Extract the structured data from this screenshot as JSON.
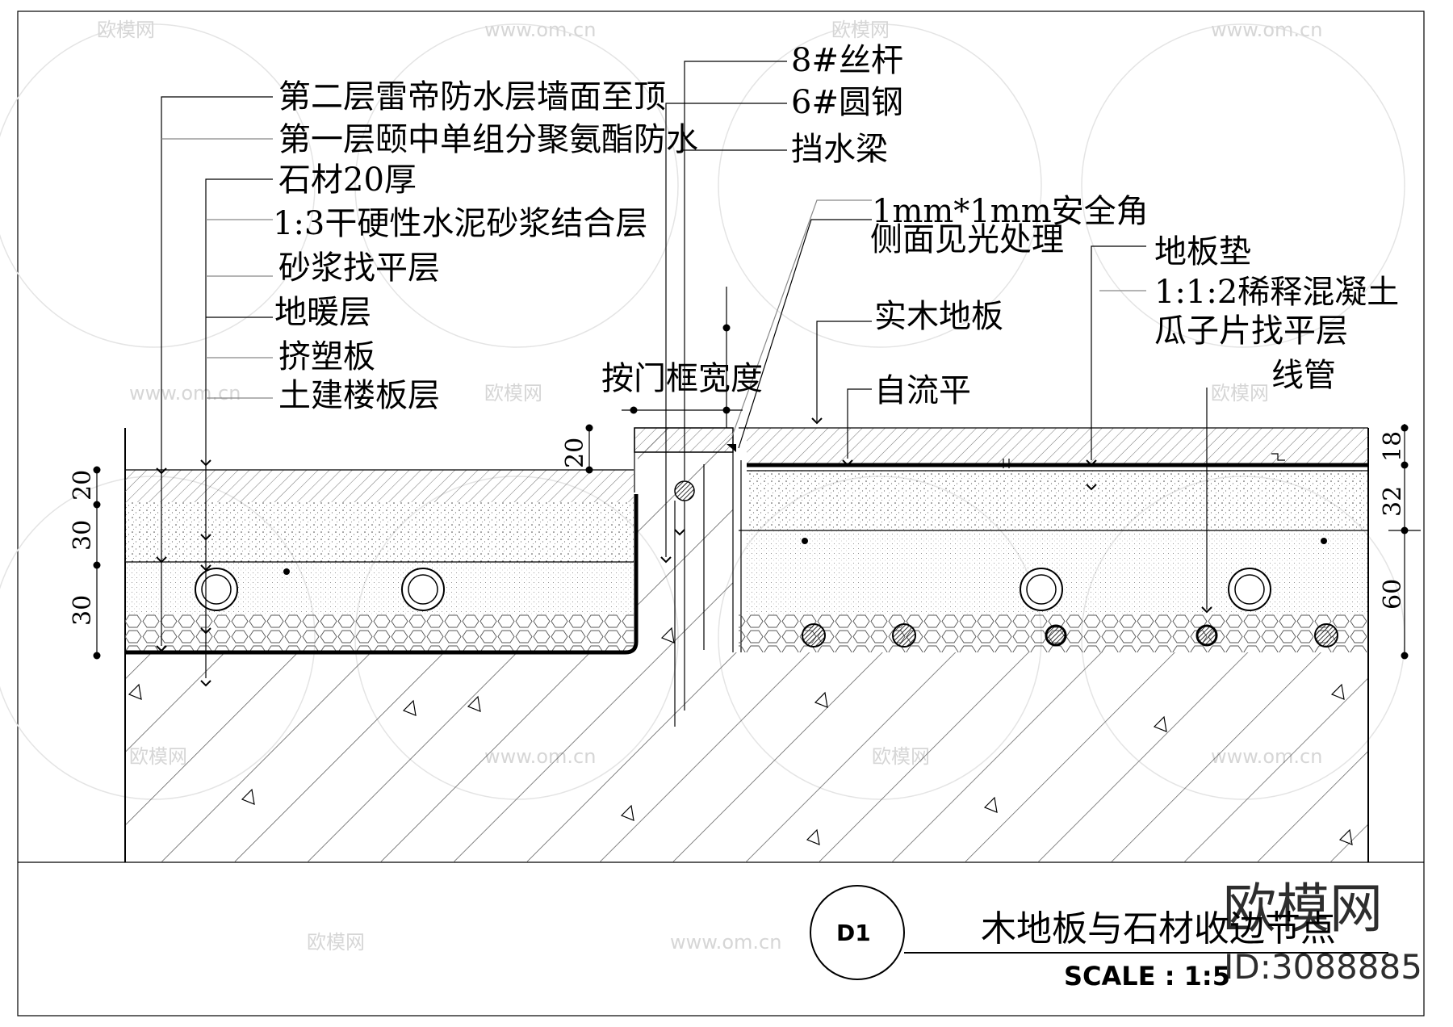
{
  "drawing": {
    "title": "木地板与石材收边节点",
    "tag": "D1",
    "scale": "SCALE :  1:5"
  },
  "labels_left": [
    "第二层雷帝防水层墙面至顶",
    "第一层颐中单组分聚氨酯防水",
    "石材20厚",
    "1:3干硬性水泥砂浆结合层",
    "砂浆找平层",
    "地暖层",
    "挤塑板",
    "土建楼板层"
  ],
  "labels_center": [
    "8#丝杆",
    "6#圆钢",
    "挡水梁"
  ],
  "labels_mid": [
    "1mm*1mm安全角",
    "侧面见光处理",
    "实木地板",
    "自流平",
    "按门框宽度"
  ],
  "labels_right": [
    "地板垫",
    "1:1:2稀释混凝土",
    "瓜子片找平层",
    "线管"
  ],
  "dimensions": {
    "left": [
      "20",
      "30",
      "30"
    ],
    "door": [
      "20"
    ],
    "right": [
      "18",
      "32",
      "60"
    ]
  },
  "watermark": {
    "brand": "欧模网",
    "site": "www.om.cn",
    "id": "ID:3088885"
  }
}
